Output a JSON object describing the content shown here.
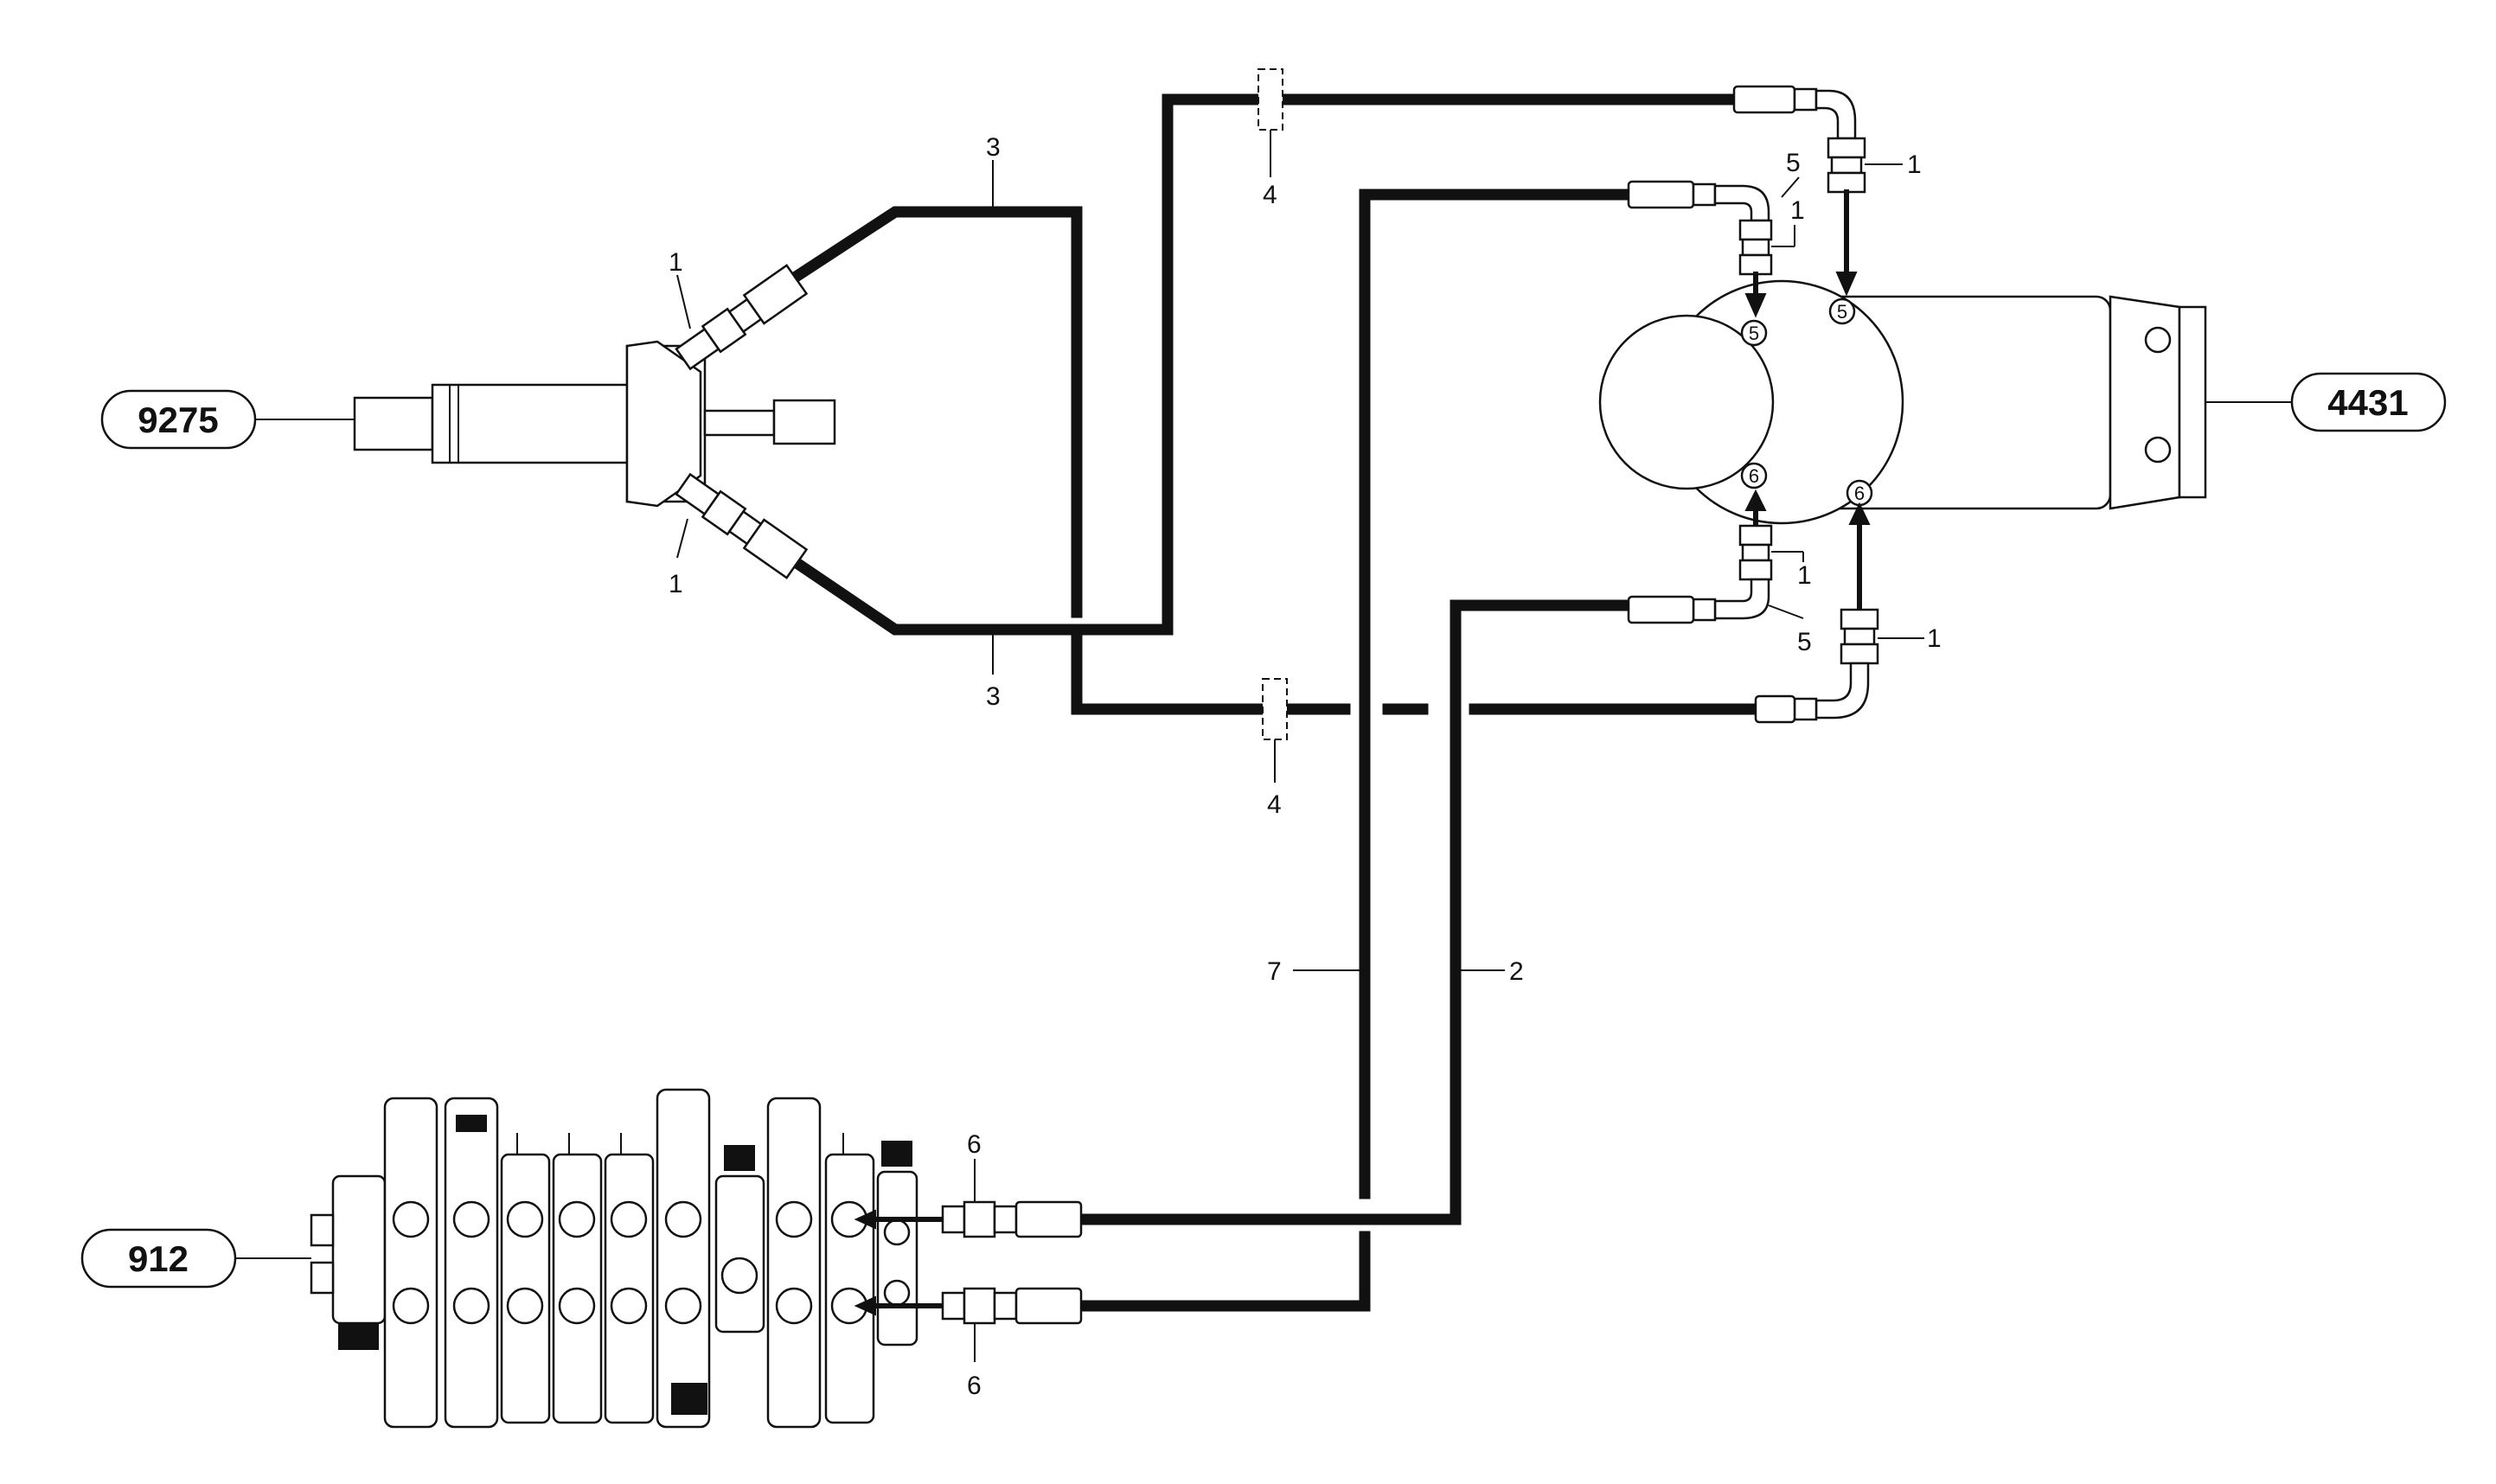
{
  "components": {
    "cylinder": "9275",
    "motor": "4431",
    "valve": "912"
  },
  "callouts": {
    "hose_upper": "3",
    "hose_lower": "3",
    "adapter_cyl_top": "1",
    "adapter_cyl_bottom": "1",
    "clamp_upper": "4",
    "clamp_lower": "4",
    "elbow_top": "5",
    "adapter_top_mid": "1",
    "adapter_top_right": "1",
    "adapter_bot_mid": "1",
    "elbow_bottom": "5",
    "adapter_bot_right": "1",
    "hose_7": "7",
    "hose_2": "2",
    "fitting_valve_top": "6",
    "fitting_valve_bottom": "6"
  },
  "ports": {
    "top_left": "5",
    "top_right": "5",
    "bottom_left": "6",
    "bottom_right": "6"
  },
  "colors": {
    "line": "#111111",
    "background": "#ffffff"
  }
}
